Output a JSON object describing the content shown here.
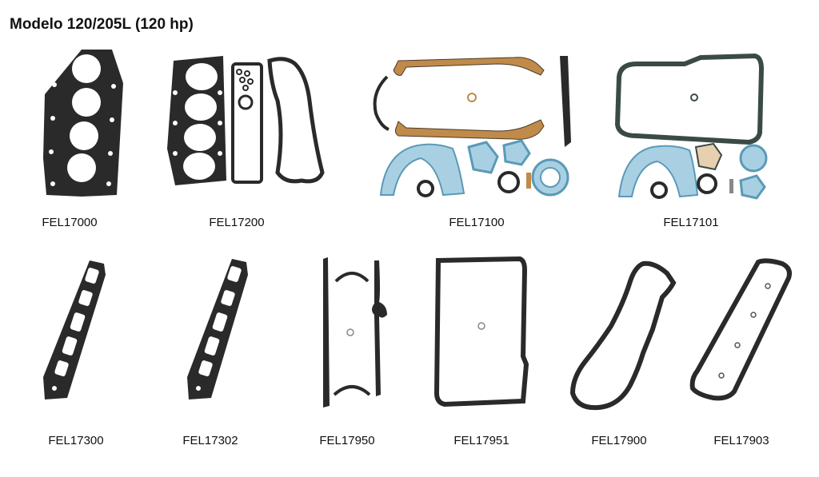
{
  "title": "Modelo 120/205L (120 hp)",
  "colors": {
    "black_gasket": "#2a2a2a",
    "green_gasket": "#3a4a44",
    "cork": "#c08a4a",
    "blue_gasket": "#5a9ab8",
    "blue_fill": "#a9d0e2"
  },
  "products": [
    {
      "code": "FEL17000",
      "icon": "head-gasket"
    },
    {
      "code": "FEL17200",
      "icon": "head-gasket-set"
    },
    {
      "code": "FEL17100",
      "icon": "oil-pan-gasket-set"
    },
    {
      "code": "FEL17101",
      "icon": "oil-pan-gasket-set-alt"
    },
    {
      "code": "FEL17300",
      "icon": "exhaust-manifold-gasket"
    },
    {
      "code": "FEL17302",
      "icon": "exhaust-manifold-gasket-alt"
    },
    {
      "code": "FEL17950",
      "icon": "oil-pan-gasket-four-piece"
    },
    {
      "code": "FEL17951",
      "icon": "oil-pan-gasket-one-piece"
    },
    {
      "code": "FEL17900",
      "icon": "valve-cover-gasket"
    },
    {
      "code": "FEL17903",
      "icon": "valve-cover-gasket-alt"
    }
  ]
}
